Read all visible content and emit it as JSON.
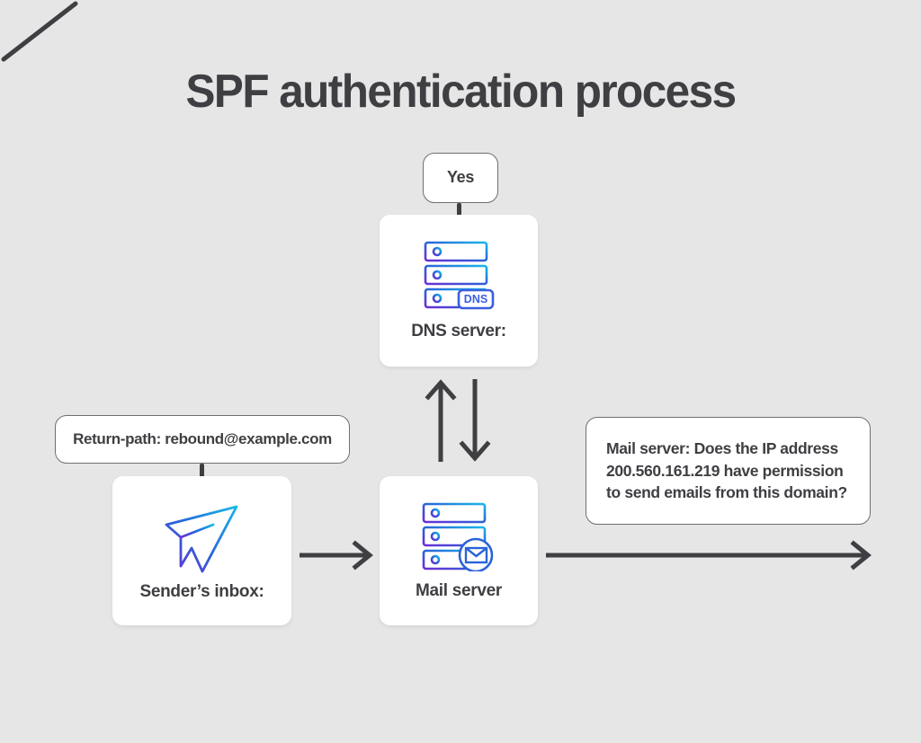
{
  "page": {
    "title": "SPF authentication process",
    "background_color": "#e6e6e6",
    "text_color": "#3f3f43"
  },
  "diagram": {
    "type": "flowchart",
    "nodes": [
      {
        "id": "yes",
        "kind": "outlined-box",
        "label": "Yes"
      },
      {
        "id": "dns-server",
        "kind": "card",
        "label": "DNS server:",
        "icon": "dns-server-icon",
        "icon_badge": "DNS"
      },
      {
        "id": "return-path",
        "kind": "outlined-box",
        "label": "Return-path: rebound@example.com"
      },
      {
        "id": "senders-inbox",
        "kind": "card",
        "label": "Sender’s inbox:",
        "icon": "paper-plane-icon"
      },
      {
        "id": "mail-server",
        "kind": "card",
        "label": "Mail server",
        "icon": "mail-server-icon"
      },
      {
        "id": "mail-server-question",
        "kind": "outlined-box",
        "label": "Mail server: Does the IP address 200.560.161.219 have permission to send emails from this domain?"
      }
    ],
    "connectors": [
      {
        "id": "yes-to-dns",
        "kind": "line",
        "from": "yes",
        "to": "dns-server"
      },
      {
        "id": "returnpath-to-inbox",
        "kind": "line",
        "from": "return-path",
        "to": "senders-inbox"
      },
      {
        "id": "mail-to-dns",
        "kind": "arrow-up",
        "from": "mail-server",
        "to": "dns-server"
      },
      {
        "id": "dns-to-mail",
        "kind": "arrow-down",
        "from": "dns-server",
        "to": "mail-server"
      },
      {
        "id": "inbox-to-mail",
        "kind": "arrow-right",
        "from": "senders-inbox",
        "to": "mail-server"
      },
      {
        "id": "mail-outbound",
        "kind": "arrow-right",
        "from": "mail-server",
        "to": ""
      },
      {
        "id": "mail-to-question",
        "kind": "diagonal-line",
        "from": "mail-server",
        "to": "mail-server-question"
      }
    ],
    "icon_gradient": {
      "start": "#17b8e8",
      "mid": "#2a63d8",
      "end": "#6b2fd6"
    },
    "line_color": "#3f3f43"
  }
}
